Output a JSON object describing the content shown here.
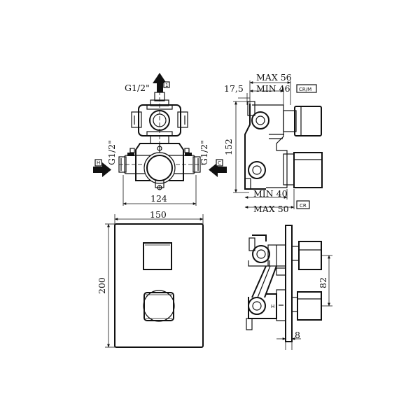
{
  "labels": {
    "top_thread": "G1/2\"",
    "outlet_tag": "1",
    "left_thread": "G1/2\"",
    "right_thread": "G1/2\"",
    "hot_tag": "H",
    "cold_tag": "C",
    "dim_124": "124",
    "dim_150": "150",
    "dim_200": "200",
    "dim_max56": "MAX 56",
    "dim_min46": "MIN 46",
    "dim_17_5": "17,5",
    "dim_152": "152",
    "finish_crm": "CR/M",
    "dim_min40": "MIN 40",
    "dim_max50": "MAX 50",
    "finish_cr": "CR",
    "dim_82": "82",
    "dim_8": "8"
  }
}
